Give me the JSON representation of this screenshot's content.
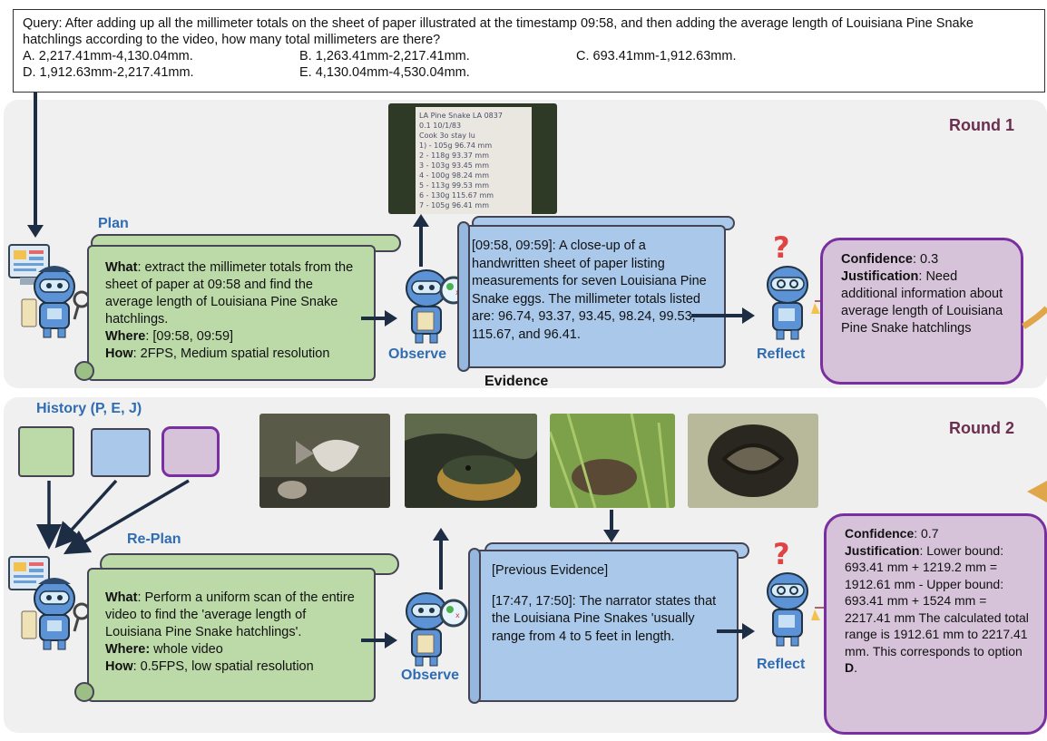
{
  "query": {
    "text": "Query: After adding up all the millimeter totals on the sheet of paper illustrated at the timestamp 09:58, and then adding the average length of Louisiana Pine Snake hatchlings according to the video, how many total millimeters are there?",
    "options": [
      "A. 2,217.41mm-4,130.04mm.",
      "B. 1,263.41mm-2,217.41mm.",
      "C. 693.41mm-1,912.63mm.",
      "D. 1,912.63mm-2,217.41mm.",
      "E. 4,130.04mm-4,530.04mm."
    ]
  },
  "round1": {
    "title": "Round 1",
    "plan_label": "Plan",
    "plan": {
      "what_key": "What",
      "what": ": extract the millimeter totals from the sheet of paper at 09:58 and find the average length of Louisiana Pine Snake hatchlings.",
      "where_key": "Where",
      "where": ": [09:58, 09:59]",
      "how_key": "How",
      "how": ": 2FPS, Medium spatial resolution"
    },
    "observe_label": "Observe",
    "evidence": "[09:58, 09:59]: A close-up of a handwritten sheet of paper listing measurements for seven Louisiana Pine Snake eggs. The millimeter totals listed are: 96.74, 93.37, 93.45, 98.24, 99.53, 115.67, and 96.41.",
    "evidence_label": "Evidence",
    "reflect_label": "Reflect",
    "confidence_key": "Confidence",
    "confidence": ": 0.3",
    "justification_key": "Justification",
    "justification": ": Need additional information about average length of Louisiana Pine Snake hatchlings",
    "paper_lines": [
      "LA Pine Snake  LA 0837",
      "                0.1  10/1/83",
      "  Cook 3o stay lu",
      "1) - 105g  96.74 mm",
      "2 - 118g  93.37 mm",
      "3 - 103g  93.45 mm",
      "4 - 100g  98.24 mm",
      "5 - 113g  99.53 mm",
      "6 - 130g  115.67 mm",
      "7 - 105g  96.41 mm"
    ]
  },
  "round2": {
    "title": "Round 2",
    "history_label": "History (P, E, J)",
    "replan_label": "Re-Plan",
    "plan": {
      "what_key": "What",
      "what": ": Perform a uniform scan of the entire video to find the 'average length of Louisiana Pine Snake hatchlings'.",
      "where_key": "Where:",
      "where": " whole video",
      "how_key": "How",
      "how": ": 0.5FPS, low spatial resolution"
    },
    "observe_label": "Observe",
    "prev_evidence": "[Previous Evidence]",
    "evidence": "[17:47, 17:50]: The narrator states that the Louisiana Pine Snakes 'usually range from 4 to 5 feet in length.",
    "reflect_label": "Reflect",
    "confidence_key": "Confidence",
    "confidence": ": 0.7",
    "justification_key": "Justification",
    "justification": ": Lower bound: 693.41 mm + 1219.2 mm = 1912.61 mm - Upper bound: 693.41 mm + 1524 mm = 2217.41 mm The calculated total range is 1912.61 mm to 2217.41 mm. This corresponds to option ",
    "answer": "D",
    "period": "."
  },
  "colors": {
    "panel": "#f0f0f0",
    "plan_green": "#bcd9a8",
    "evidence_blue": "#a9c8ea",
    "confidence_purple": "#d7c3d9",
    "border_purple": "#7a2fa0",
    "label_blue": "#2e6cb3",
    "round_title": "#6b2e4f",
    "arrow": "#1d2d44",
    "connector_orange": "#e0a64a"
  }
}
